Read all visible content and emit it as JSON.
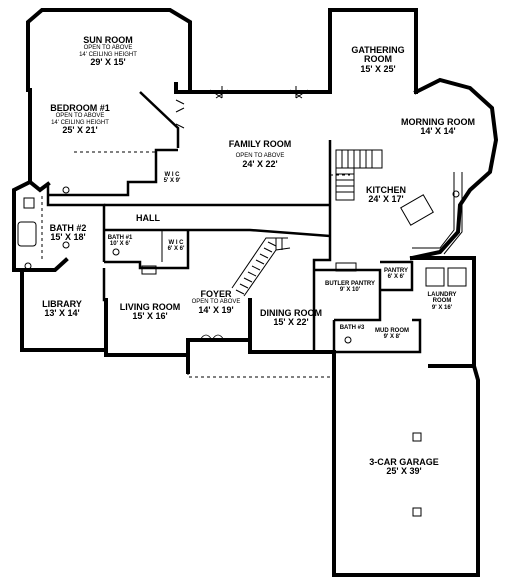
{
  "rooms": {
    "sun_room": {
      "name": "SUN ROOM",
      "note1": "OPEN TO ABOVE",
      "note2": "14' CEILING HEIGHT",
      "size": "29' X 15'"
    },
    "bedroom1": {
      "name": "BEDROOM #1",
      "note1": "OPEN TO ABOVE",
      "note2": "14' CEILING HEIGHT",
      "size": "25' X 21'"
    },
    "gathering": {
      "name1": "GATHERING",
      "name2": "ROOM",
      "size": "15' X 25'"
    },
    "morning": {
      "name": "MORNING ROOM",
      "size": "14' X 14'"
    },
    "family": {
      "name": "FAMILY ROOM",
      "note": "OPEN TO ABOVE",
      "size": "24' X 22'"
    },
    "wic_bed": {
      "name": "W I C",
      "size": "5' X 9'"
    },
    "kitchen": {
      "name": "KITCHEN",
      "size": "24' X 17'"
    },
    "bath2": {
      "name": "BATH #2",
      "size": "15' X 18'"
    },
    "hall": {
      "name": "HALL"
    },
    "bath1": {
      "name": "BATH #1",
      "size": "10' X 6'"
    },
    "wic_hall": {
      "name": "W I C",
      "size": "6' X 6'"
    },
    "foyer": {
      "name": "FOYER",
      "note": "OPEN TO ABOVE",
      "size": "14' X 19'"
    },
    "library": {
      "name": "LIBRARY",
      "size": "13' X 14'"
    },
    "living": {
      "name": "LIVING ROOM",
      "size": "15' X 16'"
    },
    "dining": {
      "name": "DINING ROOM",
      "size": "15' X 22'"
    },
    "butler": {
      "name": "BUTLER PANTRY",
      "size": "9' X 10'"
    },
    "pantry": {
      "name": "PANTRY",
      "size": "6' X 6'"
    },
    "laundry": {
      "name1": "LAUNDRY",
      "name2": "ROOM",
      "size": "9' X 16'"
    },
    "bath3": {
      "name": "BATH #3"
    },
    "mud": {
      "name": "MUD ROOM",
      "size": "9' X 8'"
    },
    "garage": {
      "name": "3-CAR GARAGE",
      "size": "25' X 39'"
    }
  }
}
